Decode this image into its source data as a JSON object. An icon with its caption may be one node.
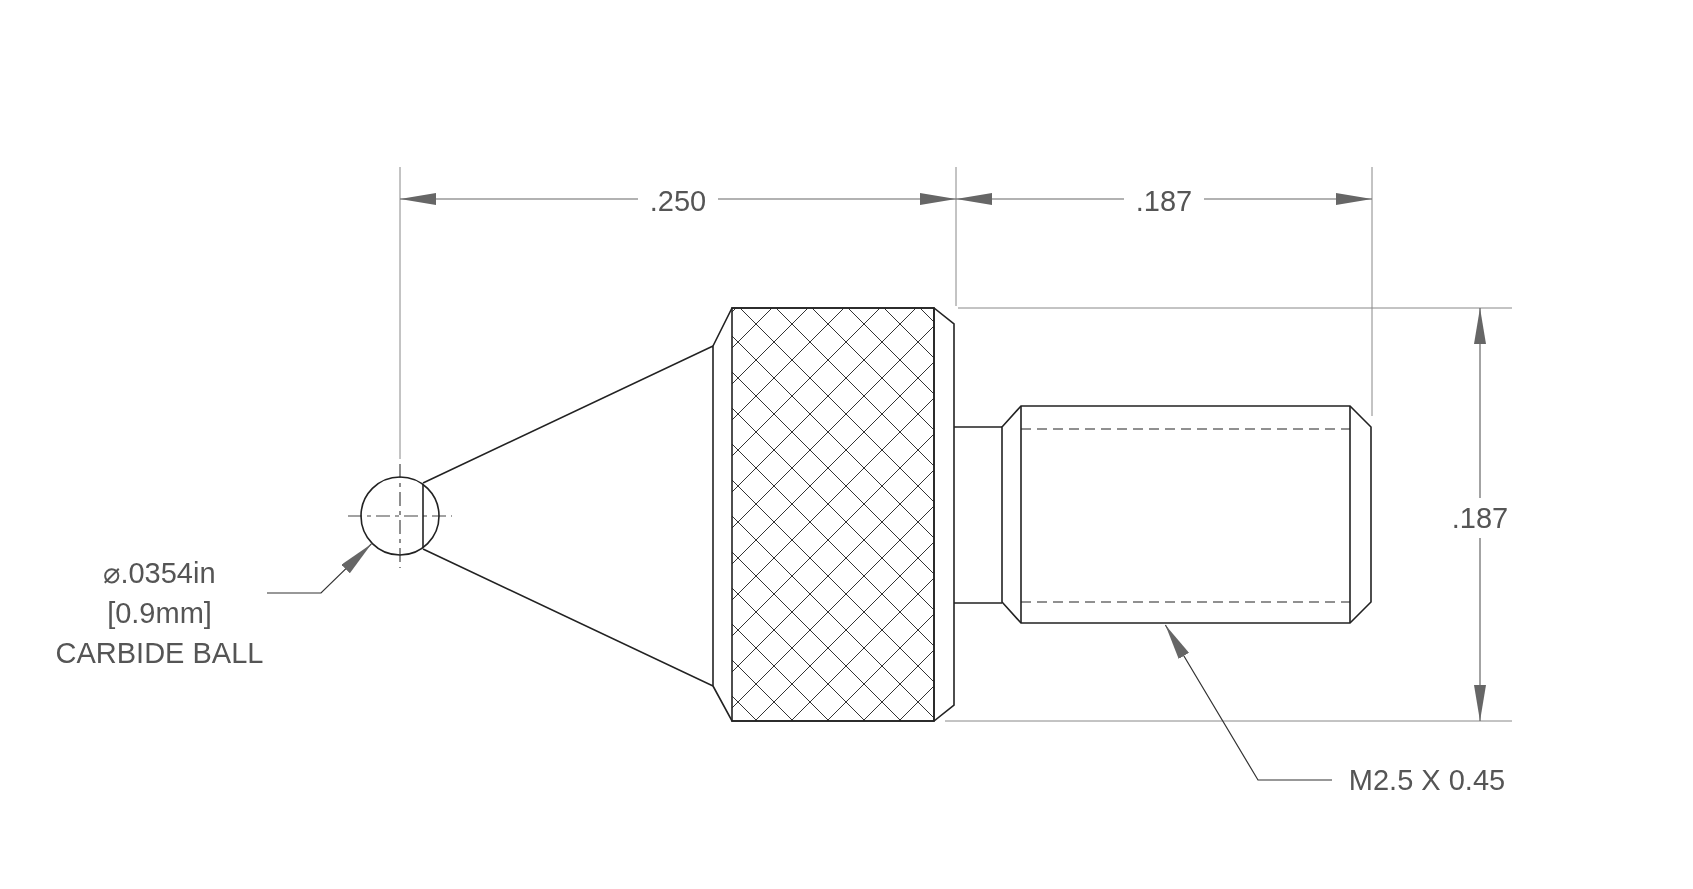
{
  "diagram": {
    "nodes": [
      {
        "text": [
          "⌀.0354in [0.9mm] CARBIDE BALL"
        ]
      },
      {
        "text": [],
        "shape": "circle"
      },
      {
        "text": [
          "M2.5 X 0.45"
        ]
      },
      {
        "text": [],
        "shape": "picture"
      }
    ],
    "edges": [
      {
        "from": 0,
        "to": 1,
        "arrow": "to"
      },
      {
        "from": 2,
        "to": 3,
        "arrow": "to"
      }
    ],
    "labels": [
      ".250",
      ".187",
      ".187"
    ]
  }
}
